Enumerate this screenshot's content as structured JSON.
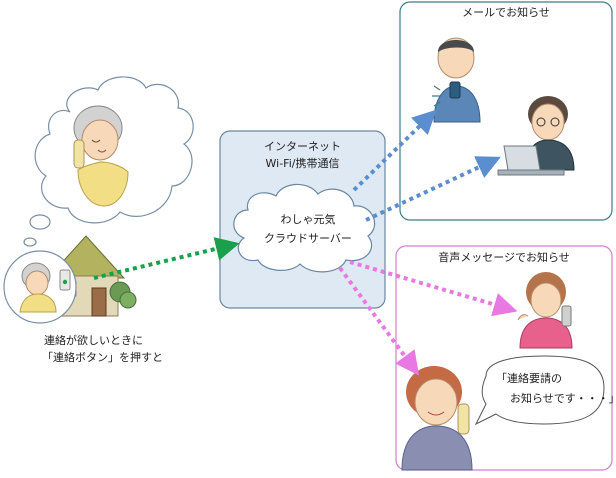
{
  "internet": {
    "title": "インターネット",
    "subtitle": "Wi-Fi/携帯通信"
  },
  "server": {
    "line1": "わしゃ元気",
    "line2": "クラウドサーバー"
  },
  "mail": {
    "title": "メールでお知らせ"
  },
  "voice": {
    "title": "音声メッセージでお知らせ"
  },
  "caller": {
    "line1": "連絡が欲しいときに",
    "line2": "「連絡ボタン」を押すと"
  },
  "speech": {
    "line1": "「連絡要請の",
    "line2": "お知らせです・・・」"
  },
  "colors": {
    "internet_fill": "#dfe9f3",
    "internet_border": "#6a87a3",
    "mail_border": "#3d7a8a",
    "voice_border": "#d080c8",
    "arrow_green": "#1aa04a",
    "arrow_blue": "#5b8ecf",
    "arrow_pink": "#e879e3"
  }
}
